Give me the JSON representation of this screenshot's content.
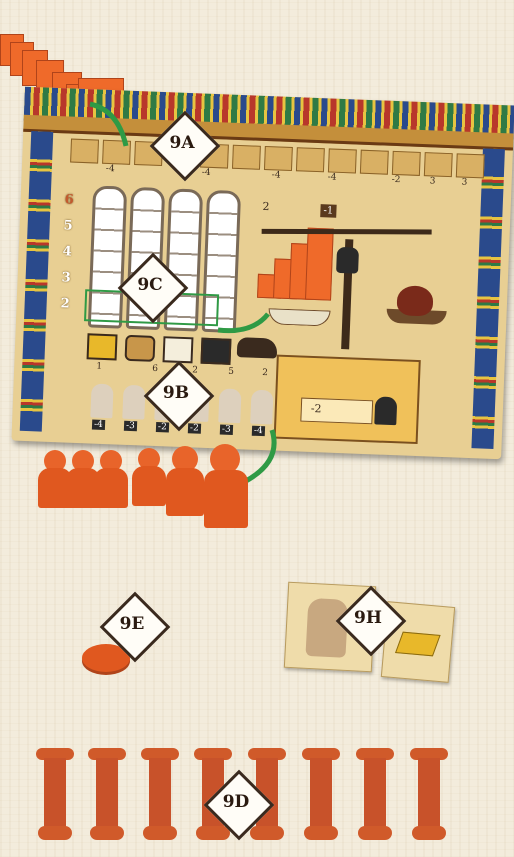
{
  "labels": {
    "a": "9A",
    "b": "9B",
    "c": "9C",
    "d": "9D",
    "e": "9E",
    "h": "9H"
  },
  "board": {
    "row_numbers": [
      "6",
      "5",
      "4",
      "3",
      "2"
    ],
    "top_costs": [
      "-4",
      "-4",
      "-4",
      "-4",
      "-2",
      "3",
      "3"
    ],
    "top_right_card": "-1",
    "top_right_value": "2",
    "bottom_costs": [
      "-4",
      "-3",
      "-2",
      "-2",
      "-3",
      "-4"
    ],
    "bottom_top_values": [
      "1",
      "6",
      "2",
      "5",
      "2"
    ],
    "shrine_value": "-2"
  },
  "colors": {
    "board": "#e8cf93",
    "piece": "#e0581f",
    "column_border": "#7a6a58",
    "highlight": "#2f9a45"
  }
}
